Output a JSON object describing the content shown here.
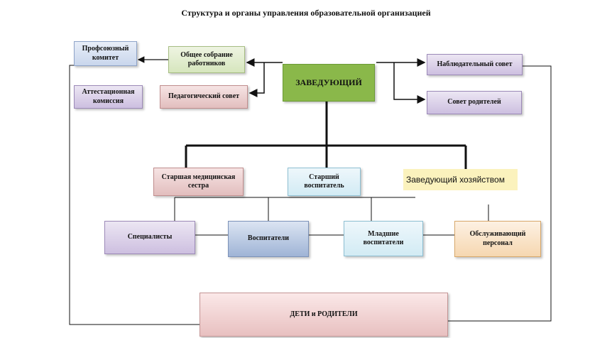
{
  "title": "Структура и органы управления образовательной организацией",
  "nodes": {
    "head": "ЗАВЕДУЮЩИЙ",
    "union": "Профсоюзный комитет",
    "general_meeting": "Общее собрание работников",
    "attestation": "Аттестационная комиссия",
    "pedagogical_council": "Педагогический совет",
    "supervisory_board": "Наблюдательный совет",
    "parents_council": "Совет родителей",
    "head_nurse": "Старшая медицинская сестра",
    "senior_teacher": "Старший воспитатель",
    "supply_manager": "Заведующий хозяйством",
    "specialists": "Специалисты",
    "teachers": "Воспитатели",
    "junior_teachers": "Младшие воспитатели",
    "service_staff": "Обслуживающий персонал",
    "children_parents": "ДЕТИ и РОДИТЕЛИ"
  },
  "colors": {
    "head": "#8ab84a",
    "connector": "#111111"
  }
}
